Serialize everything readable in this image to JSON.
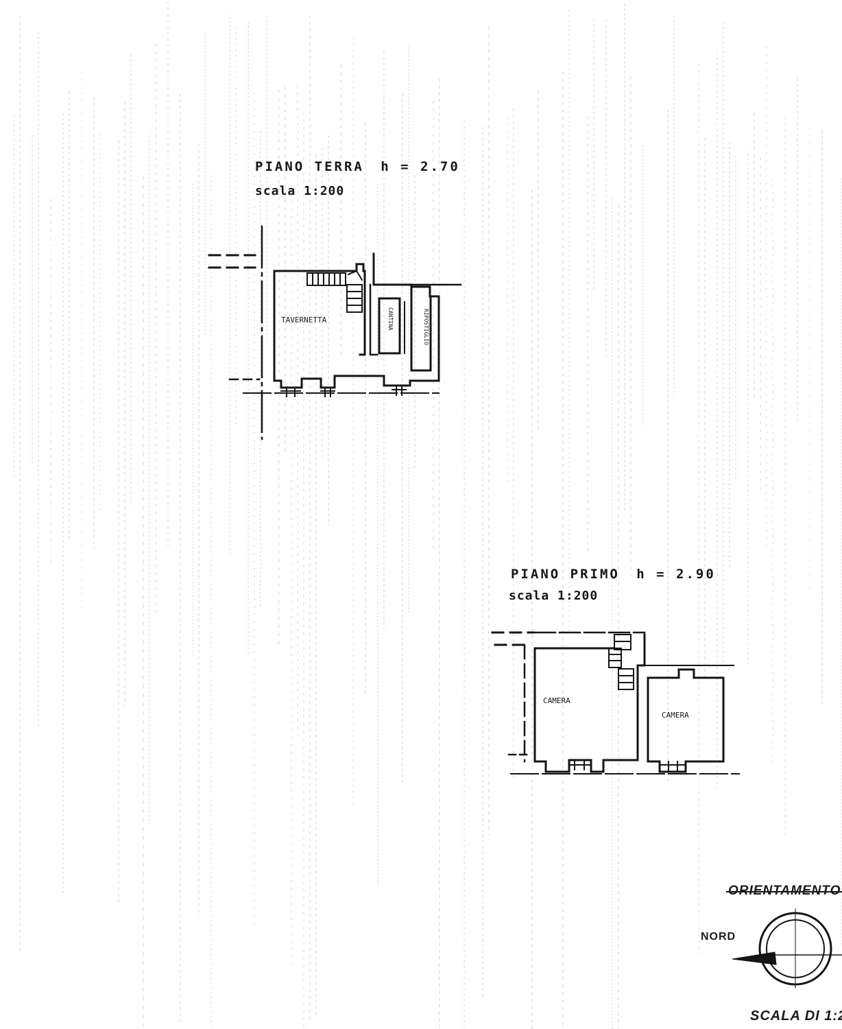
{
  "ground_floor": {
    "title": "PIANO TERRA",
    "height": "h = 2.70",
    "scale": "scala 1:200",
    "rooms": {
      "tavernetta": "TAVERNETTA",
      "cantina": "CANTINA",
      "ripostiglio": "RIPOSTIGLIO"
    }
  },
  "first_floor": {
    "title": "PIANO PRIMO",
    "height": "h = 2.90",
    "scale": "scala 1:200",
    "rooms": {
      "camera_left": "CAMERA",
      "camera_right": "CAMERA"
    }
  },
  "orientation": {
    "label": "ORIENTAMENTO",
    "north": "NORD",
    "scale": "SCALA DI 1:2"
  },
  "colors": {
    "ink": "#141414",
    "paper": "#ffffff",
    "grid": "#8a8a8a"
  }
}
